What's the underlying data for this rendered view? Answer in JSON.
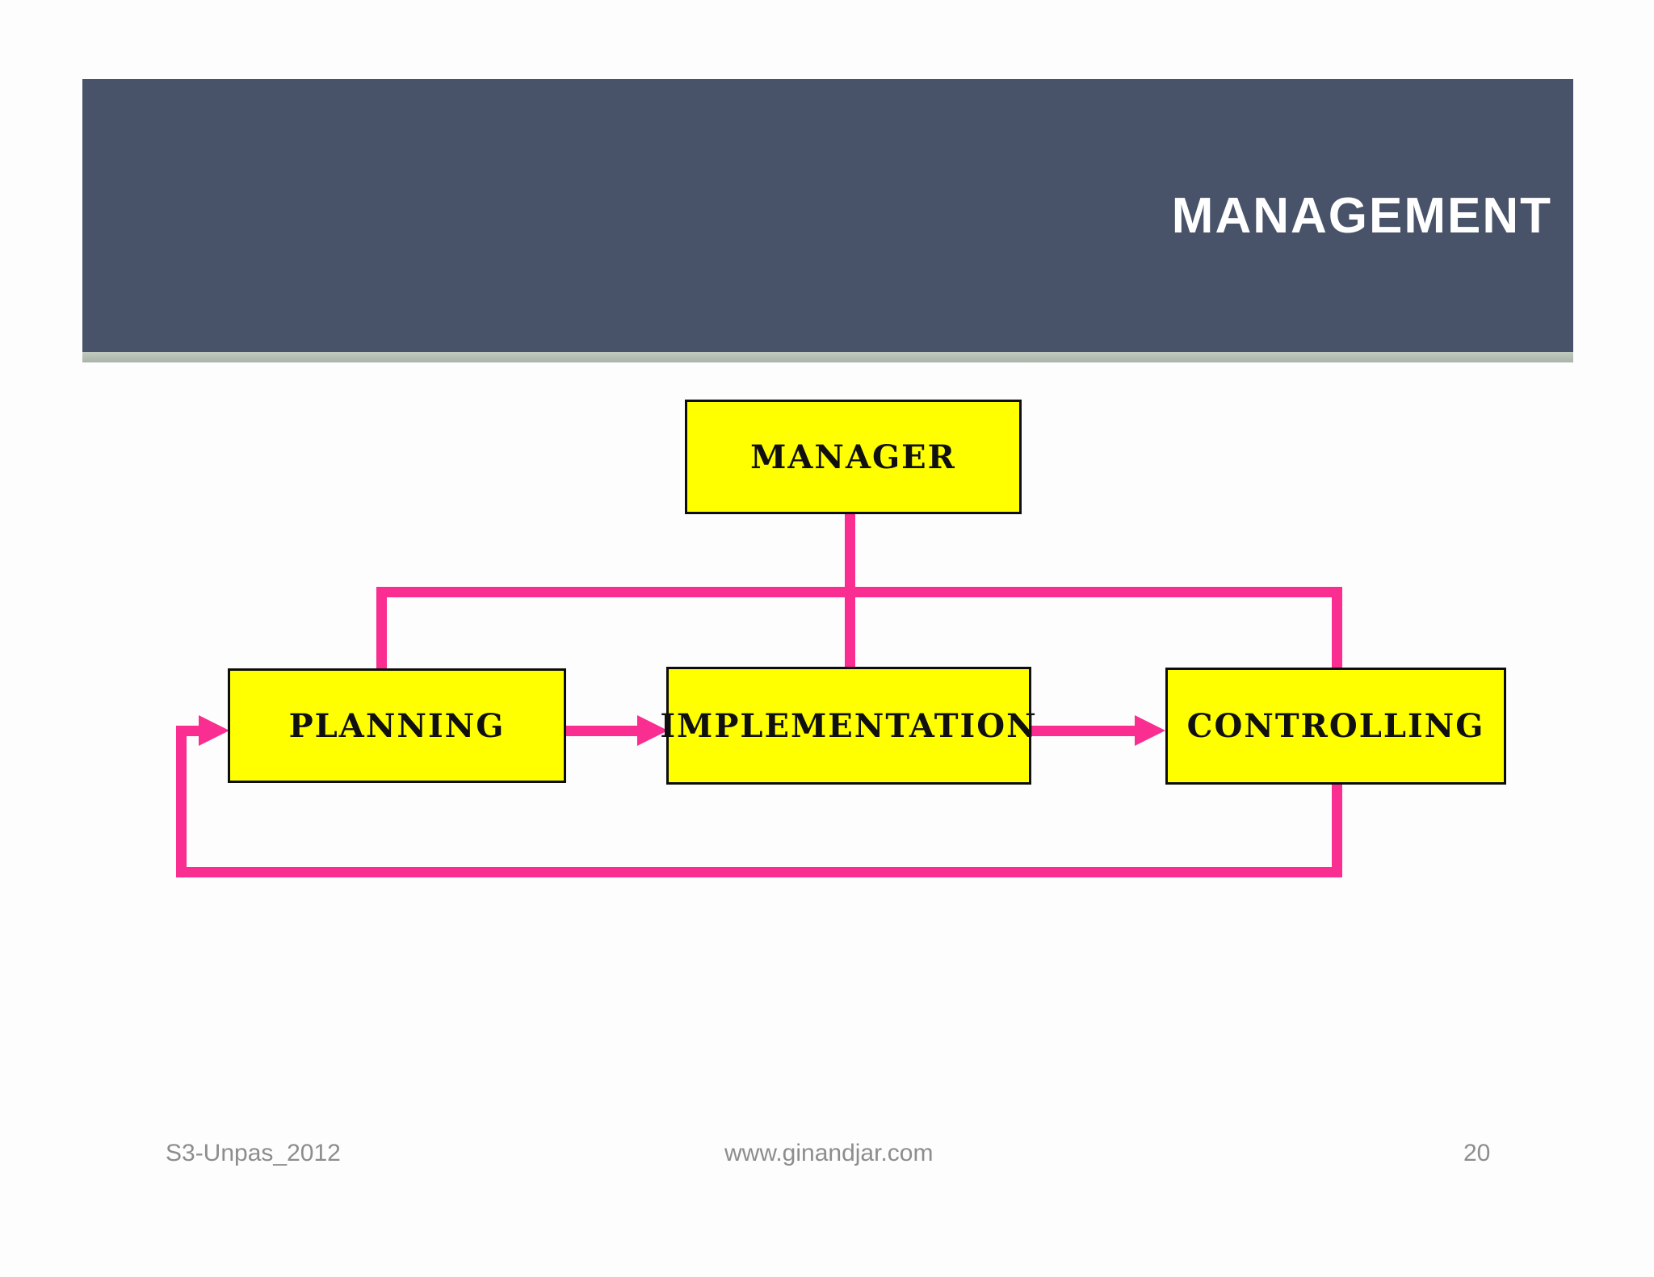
{
  "slide": {
    "title": "MANAGEMENT",
    "footer": {
      "left": "S3-Unpas_2012",
      "center": "www.ginandjar.com",
      "page": "20"
    }
  },
  "diagram": {
    "type": "flowchart",
    "nodes": [
      {
        "id": "manager",
        "label": "MANAGER"
      },
      {
        "id": "planning",
        "label": "PLANNING"
      },
      {
        "id": "implementation",
        "label": "IMPLEMENTATION"
      },
      {
        "id": "controlling",
        "label": "CONTROLLING"
      }
    ],
    "edges": [
      {
        "from": "manager",
        "to": "planning",
        "style": "line"
      },
      {
        "from": "manager",
        "to": "implementation",
        "style": "line"
      },
      {
        "from": "manager",
        "to": "controlling",
        "style": "line"
      },
      {
        "from": "planning",
        "to": "implementation",
        "style": "arrow"
      },
      {
        "from": "implementation",
        "to": "controlling",
        "style": "arrow"
      },
      {
        "from": "controlling",
        "to": "planning",
        "style": "arrow-feedback-loop"
      }
    ]
  },
  "colors": {
    "canvas-bg": "#fdfdfd",
    "header-bg": "#485369",
    "header-strip": "#aab3a9",
    "title-text": "#ffffff",
    "node-fill": "#ffff00",
    "node-border": "#0d0d0d",
    "connector": "#f92e90",
    "footer-text": "#8d8d8d"
  }
}
